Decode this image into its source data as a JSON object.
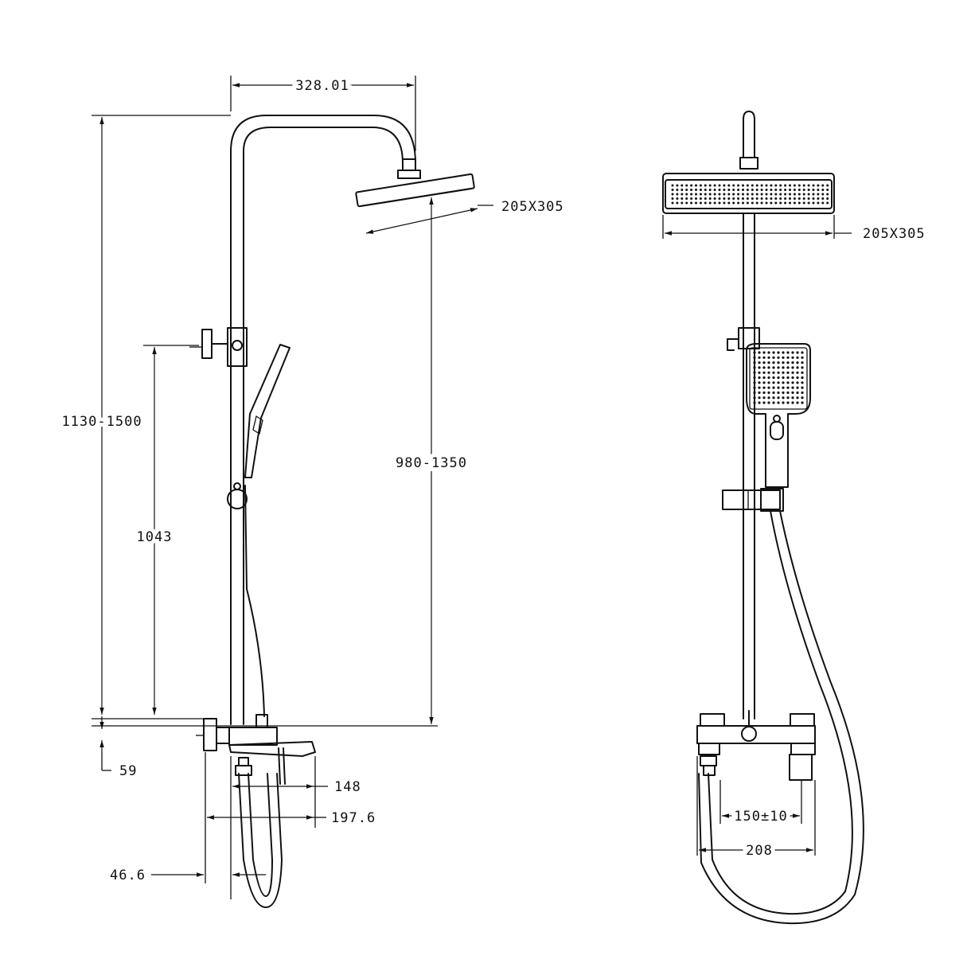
{
  "side_view": {
    "dims": {
      "arm_reach": "328.01",
      "head_size": "205X305",
      "total_height": "1130-1500",
      "holder_height": "1043",
      "head_height": "980-1350",
      "wall_offset": "59",
      "spout_reach": "148",
      "overall_depth": "197.6",
      "diverter_offset": "46.6"
    }
  },
  "front_view": {
    "dims": {
      "head_width": "205X305",
      "inlet_spacing": "150±10",
      "mixer_width": "208"
    }
  }
}
